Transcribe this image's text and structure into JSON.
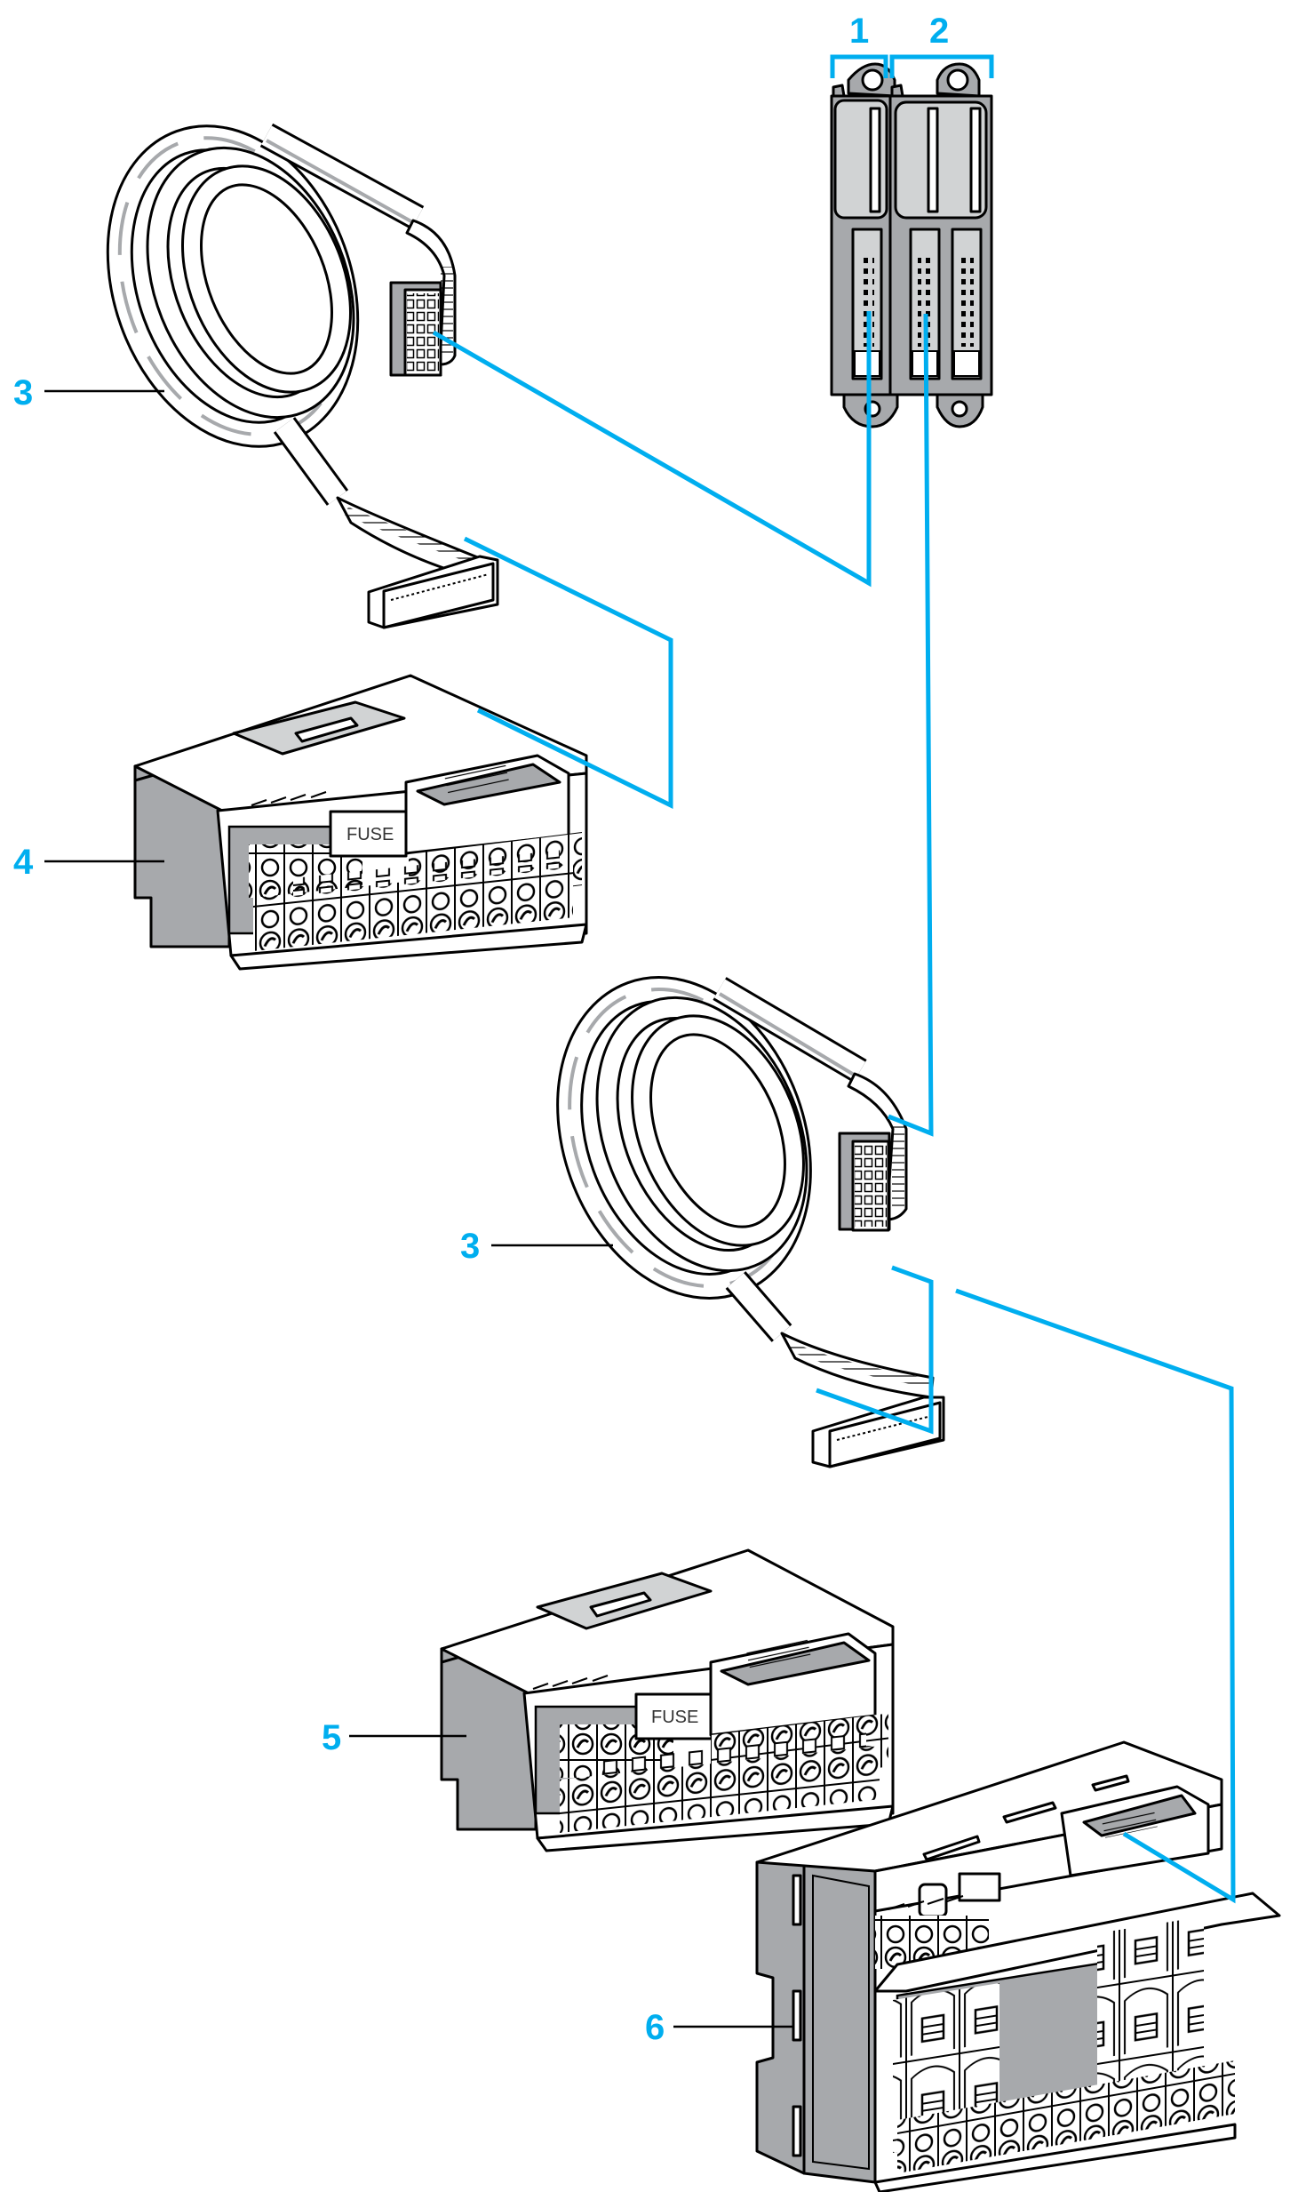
{
  "diagram": {
    "description": "Wiring diagram: controller expansion modules connected via ribbon cables to terminal blocks",
    "colors": {
      "accent": "#00AEEF",
      "outline": "#000000",
      "body_light": "#FFFFFF",
      "body_gray": "#A7A9AC",
      "body_panel": "#D1D3D4"
    },
    "callouts": [
      {
        "id": "1",
        "label": "1",
        "refers_to": "single-connector module"
      },
      {
        "id": "2",
        "label": "2",
        "refers_to": "dual-connector module"
      },
      {
        "id": "3a",
        "label": "3",
        "refers_to": "ribbon cable (upper)"
      },
      {
        "id": "4",
        "label": "4",
        "refers_to": "terminal block with fuse (upper)"
      },
      {
        "id": "3b",
        "label": "3",
        "refers_to": "ribbon cable (lower)"
      },
      {
        "id": "5",
        "label": "5",
        "refers_to": "terminal block with fuse (lower)"
      },
      {
        "id": "6",
        "label": "6",
        "refers_to": "relay terminal block"
      }
    ],
    "fuse_labels": [
      "FUSE",
      "FUSE"
    ],
    "connections": [
      {
        "from": "module 1 connector",
        "to": "cable 3 (upper) top connector"
      },
      {
        "from": "cable 3 (upper) bottom connector",
        "to": "terminal block 4"
      },
      {
        "from": "module 2 connector",
        "to": "cable 3 (lower) top connector"
      },
      {
        "from": "cable 3 (lower) bottom connector",
        "to": "terminal block 5"
      },
      {
        "from": "cable 3 (lower) bottom connector",
        "to": "relay block 6"
      }
    ]
  }
}
